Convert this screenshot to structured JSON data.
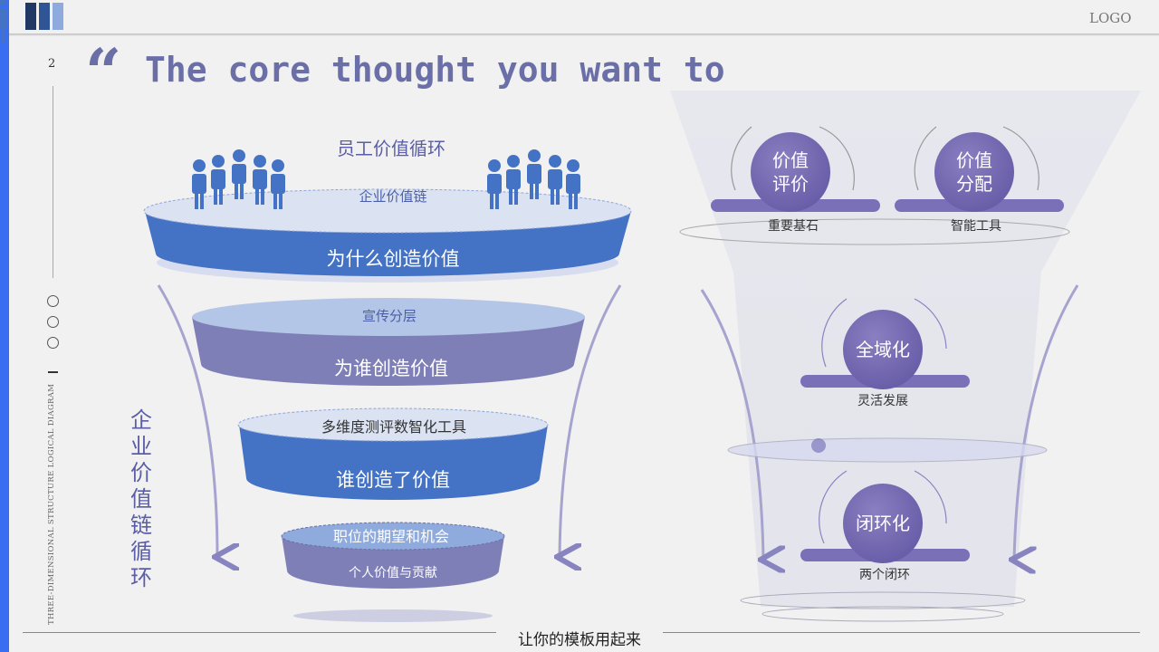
{
  "header": {
    "logo": "LOGO",
    "page_number": "2",
    "quote_mark": "“",
    "title": "The core thought you want to"
  },
  "sidebar": {
    "vertical_caption": "THREE-DIMENSIONAL STRUCTURE LOGICAL DIAGRAM"
  },
  "funnel": {
    "top_label": "员工价值循环",
    "side_label": "企业价值链循环",
    "tiers": [
      {
        "top": "企业价值链",
        "body": "为什么创造价值"
      },
      {
        "top": "宣传分层",
        "body": "为谁创造价值"
      },
      {
        "top": "多维度测评数智化工具",
        "body": "谁创造了价值"
      },
      {
        "top": "职位的期望和机会",
        "body": "个人价值与贡献"
      }
    ]
  },
  "cycle": {
    "nodes": [
      {
        "label_line1": "价值",
        "label_line2": "评价",
        "caption": "重要基石"
      },
      {
        "label_line1": "价值",
        "label_line2": "分配",
        "caption": "智能工具"
      },
      {
        "label_line1": "全域化",
        "caption": "灵活发展"
      },
      {
        "label_line1": "闭环化",
        "caption": "两个闭环"
      }
    ]
  },
  "footer": {
    "text": "让你的模板用起来"
  },
  "colors": {
    "accent": "#3a6ef2",
    "blue": "#4472c4",
    "purple": "#7f7fb8",
    "title": "#6b6fa8"
  }
}
